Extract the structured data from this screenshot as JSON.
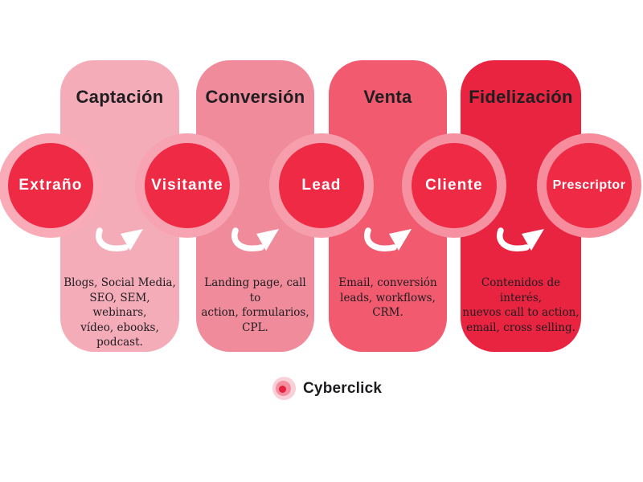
{
  "palette": {
    "page_bg": "#FFFFFF",
    "heading_text": "#1F1E21",
    "description_text": "#1E1D20",
    "circle_label_text": "#FFFFFF",
    "logo_text": "#1C1B1E",
    "arrow_color": "#FFFFFF"
  },
  "columns": [
    {
      "header": "Captación",
      "description": "Blogs, Social Media,\nSEO, SEM, webinars,\nvídeo, ebooks, podcast.",
      "bg": "#F5ACB9"
    },
    {
      "header": "Conversión",
      "description": "Landing page, call to\naction, formularios,\nCPL.",
      "bg": "#F08B9B"
    },
    {
      "header": "Venta",
      "description": "Email, conversión\nleads, workflows,\nCRM.",
      "bg": "#F15A6F"
    },
    {
      "header": "Fidelización",
      "description": "Contenidos de interés,\nnuevos call to action,\nemail, cross selling.",
      "bg": "#E92440"
    }
  ],
  "circles": [
    {
      "label": "Extraño",
      "fill": "#EE2A45",
      "ring": "#F9ABB7"
    },
    {
      "label": "Visitante",
      "fill": "#EE2A45",
      "ring": "#F7A3B1"
    },
    {
      "label": "Lead",
      "fill": "#EE2A45",
      "ring": "#F79EAD"
    },
    {
      "label": "Cliente",
      "fill": "#EE2A45",
      "ring": "#F591A1"
    },
    {
      "label": "Prescriptor",
      "fill": "#EE2A45",
      "ring": "#F78C9D"
    }
  ],
  "logo": {
    "text": "Cyberclick",
    "icon_outer": "#F9D0D7",
    "icon_mid": "#F48EA1",
    "icon_dot": "#E7203C"
  }
}
